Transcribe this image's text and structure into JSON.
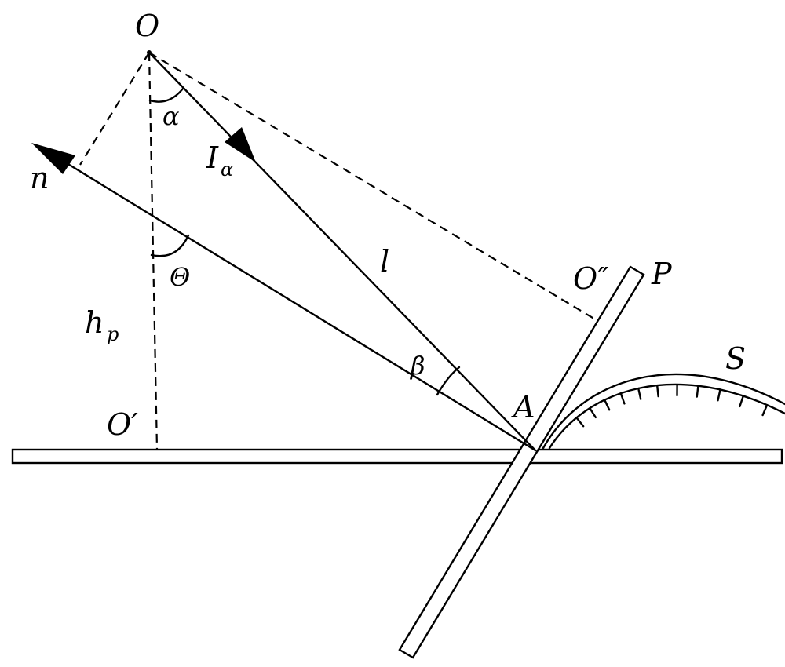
{
  "labels": {
    "source_point": "O",
    "normal": "n",
    "intensity_main": "I",
    "intensity_sub": "α",
    "angle_alpha": "α",
    "angle_theta": "Θ",
    "angle_beta": "β",
    "distance": "l",
    "height_main": "h",
    "height_sub": "p",
    "foot_point": "O′",
    "incidence_point": "A",
    "plate_foot": "O″",
    "plate": "P",
    "scale": "S"
  }
}
